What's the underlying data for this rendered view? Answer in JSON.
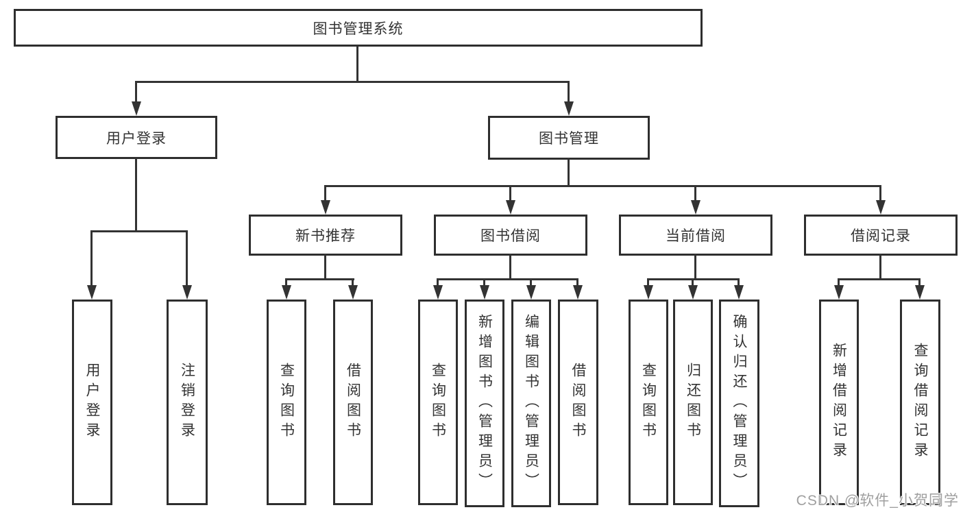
{
  "colors": {
    "line": "#333333",
    "border": "#2e2e2e",
    "text": "#333333",
    "background": "#ffffff",
    "watermark_text": "#9f9f9f"
  },
  "tree": {
    "root": "图书管理系统",
    "branches": {
      "user_login": {
        "label": "用户登录",
        "children": [
          "用户登录",
          "注销登录"
        ]
      },
      "book_management": {
        "label": "图书管理",
        "sections": [
          {
            "label": "新书推荐",
            "children": [
              "查询图书",
              "借阅图书"
            ]
          },
          {
            "label": "图书借阅",
            "children": [
              "查询图书",
              "新增图书（管理员）",
              "编辑图书（管理员）",
              "借阅图书"
            ]
          },
          {
            "label": "当前借阅",
            "children": [
              "查询图书",
              "归还图书",
              "确认归还（管理员）"
            ]
          },
          {
            "label": "借阅记录",
            "children": [
              "新增借阅记录",
              "查询借阅记录"
            ]
          }
        ]
      }
    }
  },
  "watermark": {
    "text": "CSDN @软件_小贺同学"
  }
}
